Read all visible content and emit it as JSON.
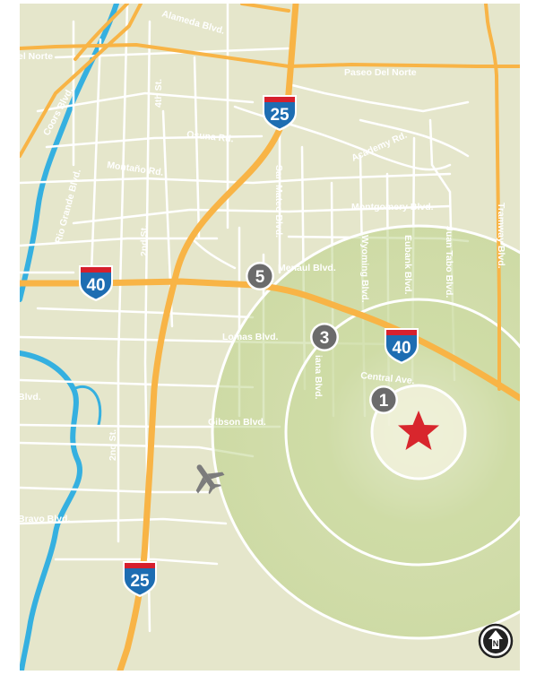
{
  "map": {
    "colors": {
      "land": "#e5e6cb",
      "water": "#35b0e0",
      "minor_road": "#ffffff",
      "major_road": "#f8b446",
      "radius_ring": "#ffffff",
      "radius_fill": "#b7cf7f",
      "marker": "#6b6b6b",
      "target": "#d8262d",
      "interstate_blue": "#1d6db2",
      "interstate_red": "#d6202d"
    },
    "road_labels": {
      "alameda": "Alameda Blvd.",
      "del_norte_left": "el Norte",
      "paseo_del_norte": "Paseo Del Norte",
      "coors": "Coors Blvd.",
      "fourth_st": "4th St.",
      "osuna": "Osuna Rd.",
      "academy": "Academy Rd.",
      "montano": "Montaño Rd.",
      "san_mateo": "San Mateo Blvd.",
      "montgomery": "Montgomery Blvd.",
      "rio_grande": "Rio Grande Blvd.",
      "second_st_north": "2nd St.",
      "tramway": "Tramway Blvd.",
      "wyoming": "Wyoming Blvd.",
      "eubank": "Eubank Blvd.",
      "juan_tabo": "Juan Tabo Blvd.",
      "menaul": "Menaul Blvd.",
      "lomas": "Lomas Blvd.",
      "louisiana": "iana Blvd.",
      "central": "Central Ave.",
      "left_blvd": "Blvd.",
      "gibson": "Gibson Blvd.",
      "second_st_south": "2nd St.",
      "bravo": "Bravo Blvd."
    },
    "markers": [
      {
        "number": "5"
      },
      {
        "number": "3"
      },
      {
        "number": "1"
      }
    ],
    "interstates": {
      "i25_north": "25",
      "i40_west": "40",
      "i40_east": "40",
      "i25_south": "25"
    },
    "icons": {
      "airport": "airplane-icon",
      "compass": "north-arrow-icon",
      "target": "star-icon"
    },
    "compass_label": "N"
  }
}
